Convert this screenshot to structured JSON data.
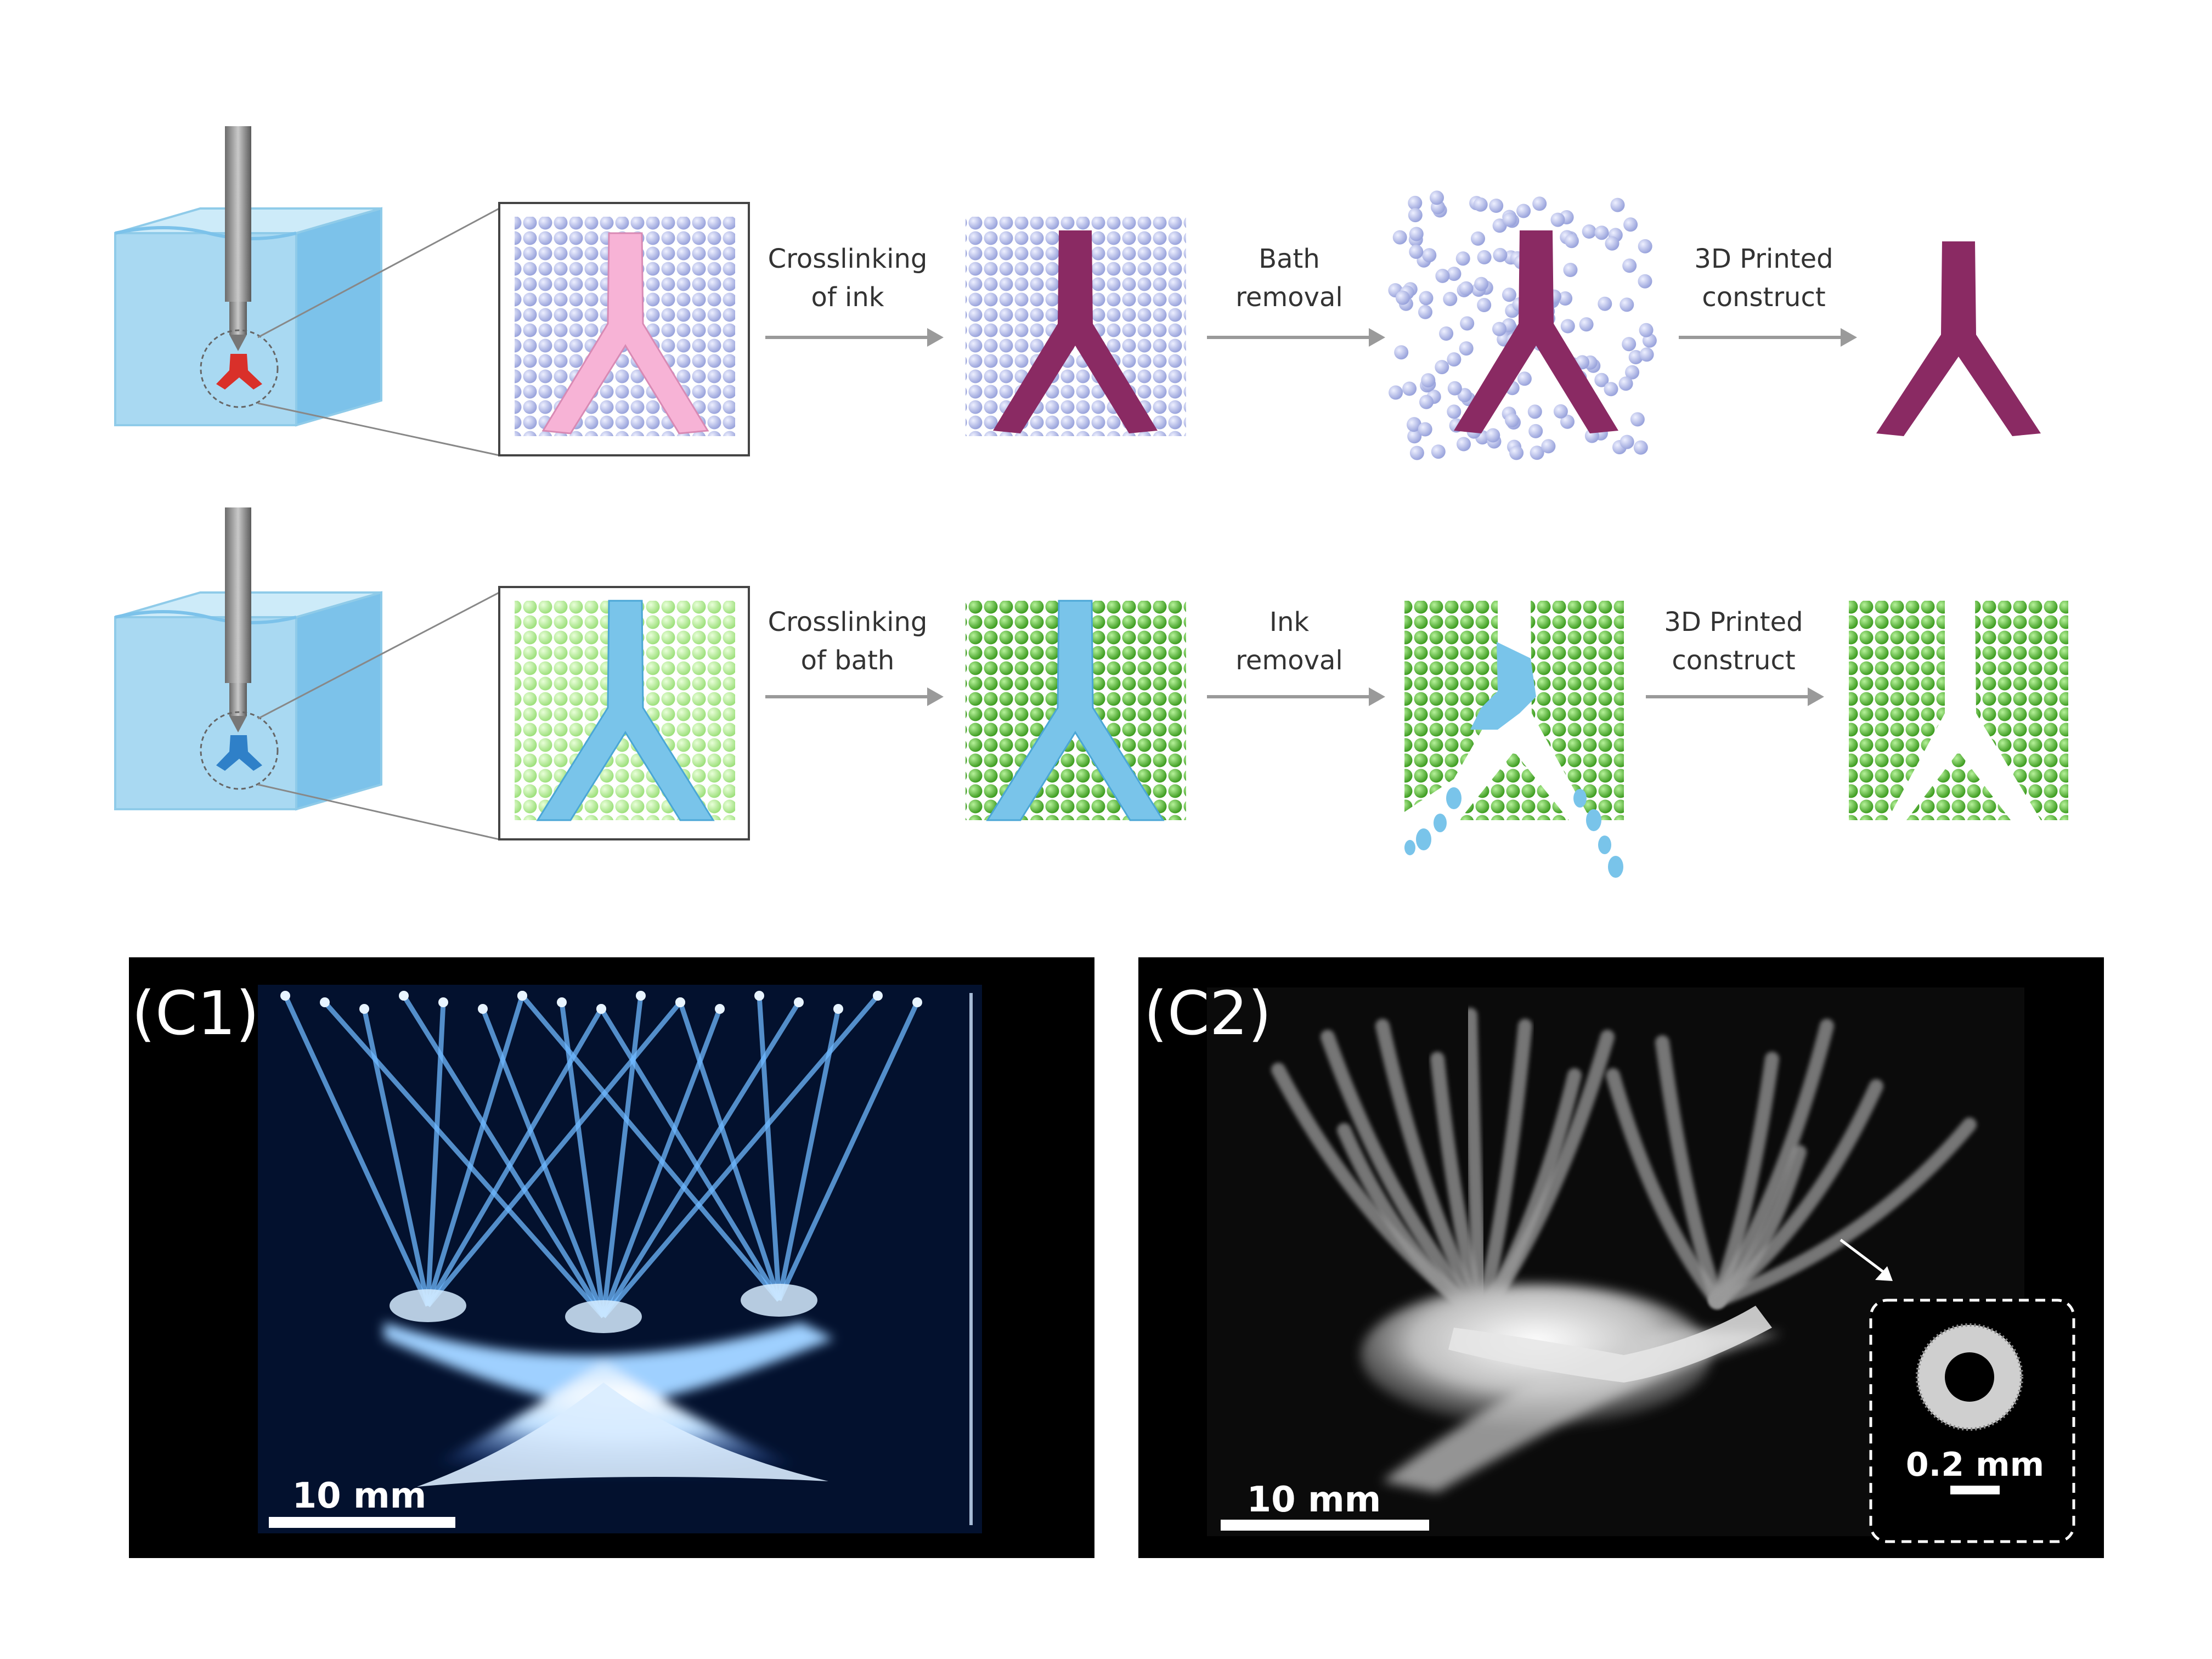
{
  "row_top": {
    "steps": [
      {
        "line1": "Crosslinking",
        "line2": "of ink"
      },
      {
        "line1": "Bath",
        "line2": "removal"
      },
      {
        "line1": "3D Printed",
        "line2": "construct"
      }
    ]
  },
  "row_bottom": {
    "steps": [
      {
        "line1": "Crosslinking",
        "line2": "of bath"
      },
      {
        "line1": "Ink",
        "line2": "removal"
      },
      {
        "line1": "3D Printed",
        "line2": "construct"
      }
    ]
  },
  "panel_c1": {
    "label": "(C1)",
    "scale": "10 mm"
  },
  "panel_c2": {
    "label": "(C2)",
    "scale": "10 mm",
    "inset_scale": "0.2 mm"
  },
  "colors": {
    "cube": "#a9d9f2",
    "cube_side": "#7cc2ea",
    "bead_purple": "#b3bbe6",
    "ink_pink": "#f7b3d6",
    "vessel_purple": "#8a2a63",
    "bead_light_green": "#b5ed9c",
    "bead_green": "#5fc23c",
    "ink_blue": "#79c4ea",
    "nozzle_red": "#d9302a",
    "nozzle_blue": "#2f80c8",
    "arrow": "#9a9a9a"
  }
}
